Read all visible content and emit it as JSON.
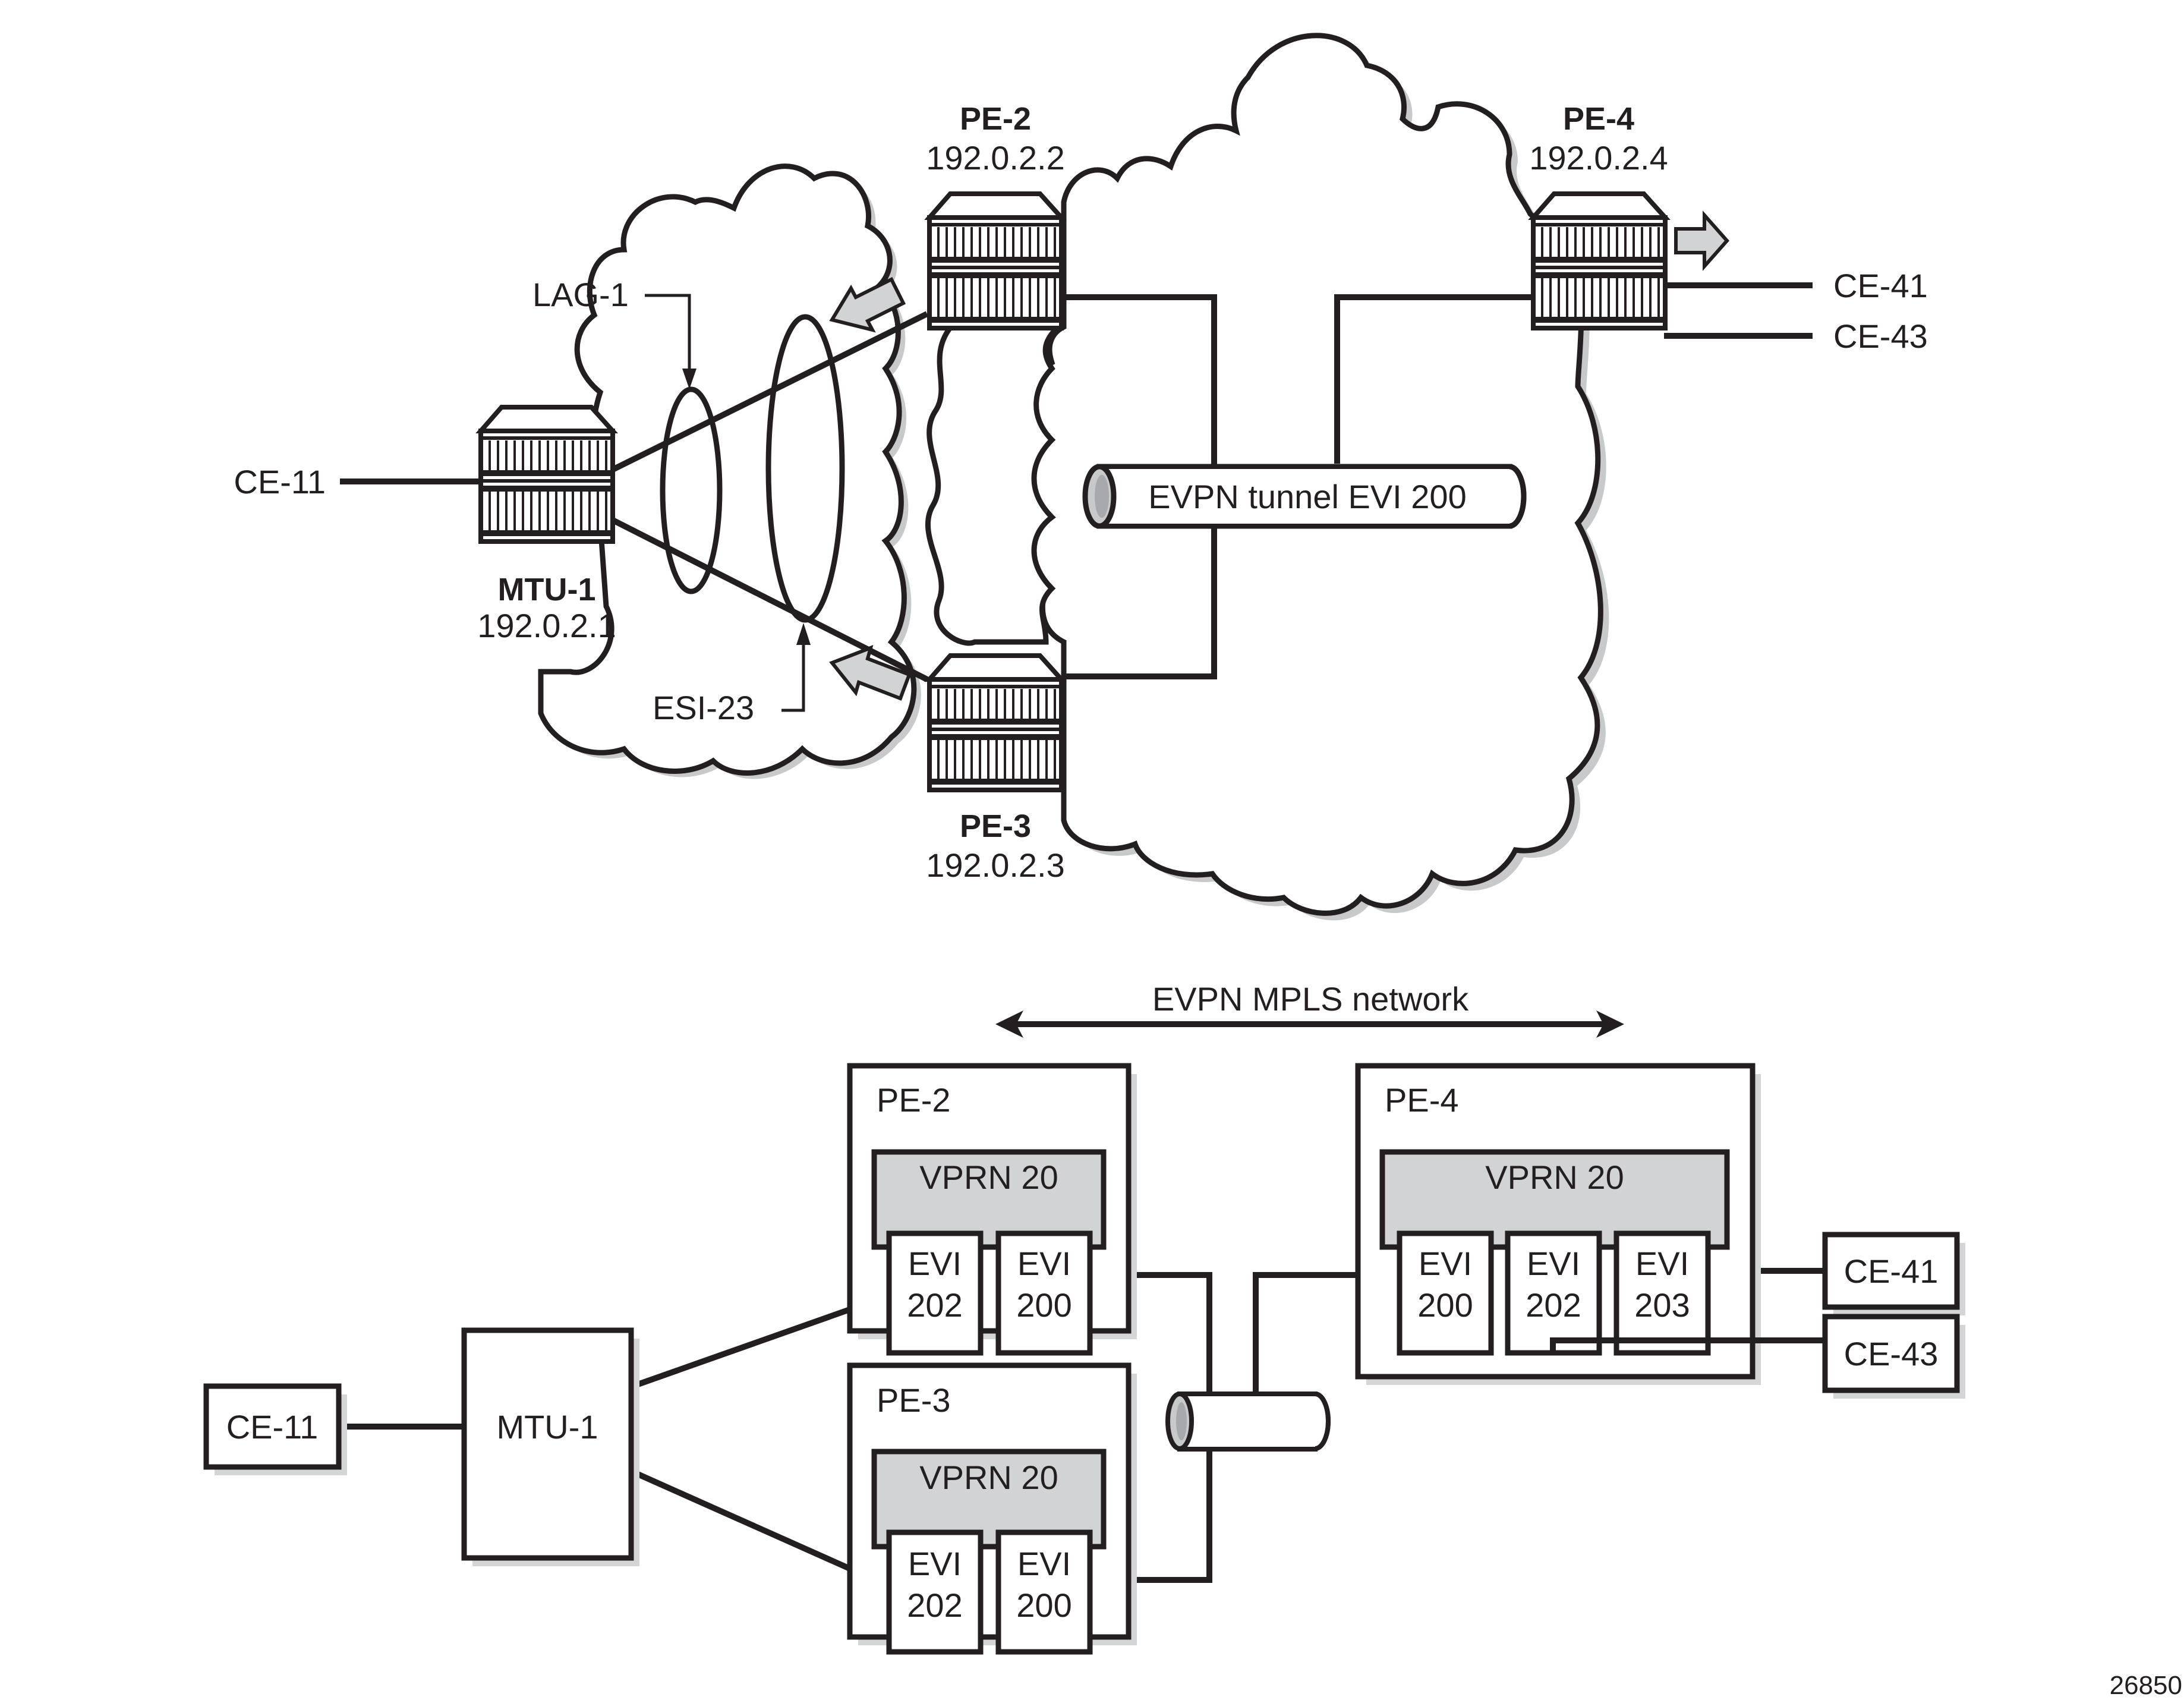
{
  "top_diagram": {
    "nodes": {
      "pe2": {
        "name": "PE-2",
        "ip": "192.0.2.2"
      },
      "pe3": {
        "name": "PE-3",
        "ip": "192.0.2.3"
      },
      "pe4": {
        "name": "PE-4",
        "ip": "192.0.2.4"
      },
      "mtu1": {
        "name": "MTU-1",
        "ip": "192.0.2.1"
      }
    },
    "endpoints": {
      "ce11": "CE-11",
      "ce41": "CE-41",
      "ce43": "CE-43"
    },
    "annotations": {
      "lag": "LAG-1",
      "esi": "ESI-23",
      "tunnel": "EVPN tunnel EVI 200"
    }
  },
  "bottom_diagram": {
    "network_label": "EVPN MPLS network",
    "pe2": {
      "label": "PE-2",
      "vprn": "VPRN 20",
      "evis": [
        {
          "top": "EVI",
          "num": "202"
        },
        {
          "top": "EVI",
          "num": "200"
        }
      ]
    },
    "pe3": {
      "label": "PE-3",
      "vprn": "VPRN 20",
      "evis": [
        {
          "top": "EVI",
          "num": "202"
        },
        {
          "top": "EVI",
          "num": "200"
        }
      ]
    },
    "pe4": {
      "label": "PE-4",
      "vprn": "VPRN 20",
      "evis": [
        {
          "top": "EVI",
          "num": "200"
        },
        {
          "top": "EVI",
          "num": "202"
        },
        {
          "top": "EVI",
          "num": "203"
        }
      ]
    },
    "mtu1": "MTU-1",
    "ce11": "CE-11",
    "ce41": "CE-41",
    "ce43": "CE-43"
  },
  "figure_id": "26850",
  "colors": {
    "line": "#231f20",
    "fill_gray": "#d1d3d4",
    "shadow_gray": "#c8c9cb"
  }
}
